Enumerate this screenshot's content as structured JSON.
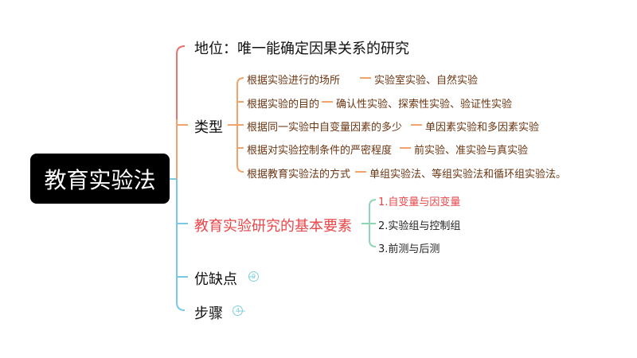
{
  "root": {
    "label": "教育实验法"
  },
  "branches": {
    "position": {
      "label": "地位：唯一能确定因果关系的研究"
    },
    "types": {
      "label": "类型",
      "items": [
        {
          "basis": "根据实验进行的场所",
          "result": "实验室实验、自然实验"
        },
        {
          "basis": "根据实验的目的",
          "result": "确认性实验、探索性实验、验证性实验"
        },
        {
          "basis": "根据同一实验中自变量因素的多少",
          "result": "单因素实验和多因素实验"
        },
        {
          "basis": "根据对实验控制条件的严密程度",
          "result": "前实验、准实验与真实验"
        },
        {
          "basis": "根据教育实验法的方式",
          "result": "单组实验法、等组实验法和循环组实验法。"
        }
      ]
    },
    "elements": {
      "label": "教育实验研究的基本要素",
      "items": [
        "1.自变量与因变量",
        "2.实验组与控制组",
        "3.前测与后测"
      ]
    },
    "pros_cons": {
      "label": "优缺点",
      "collapsed_count": "9"
    },
    "steps": {
      "label": "步骤",
      "collapsed_count": "4"
    }
  },
  "colors": {
    "red": "#e8736f",
    "orange": "#f2a36b",
    "blue": "#79c9e6",
    "green": "#8fd6b4",
    "highlight": "#e8474a"
  }
}
